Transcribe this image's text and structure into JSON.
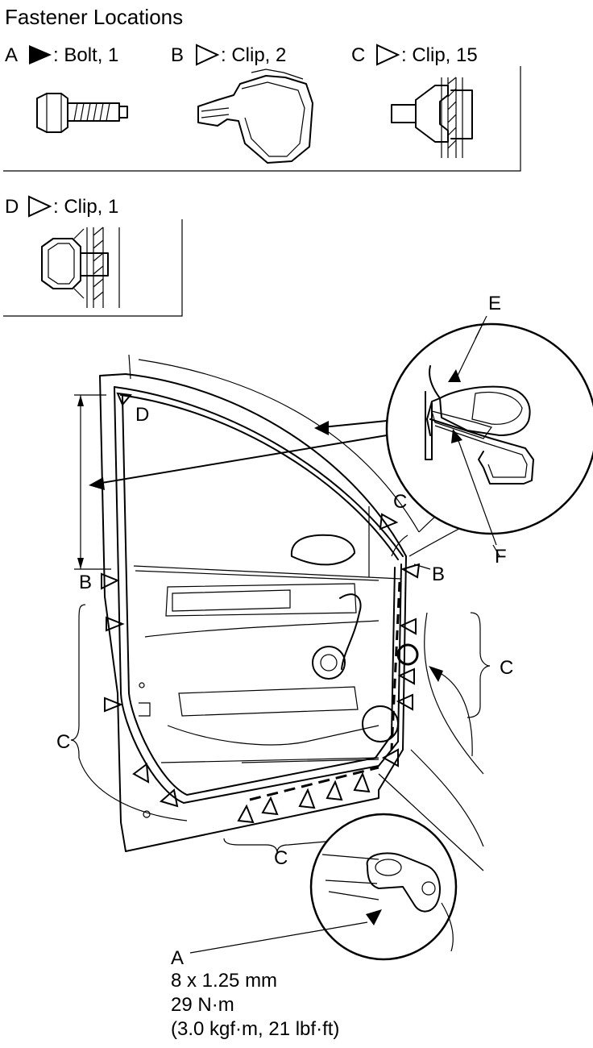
{
  "title": "Fastener Locations",
  "legend": {
    "a": {
      "letter": "A",
      "text": ": Bolt, 1"
    },
    "b": {
      "letter": "B",
      "text": ": Clip, 2"
    },
    "c": {
      "letter": "C",
      "text": ": Clip, 15"
    },
    "d": {
      "letter": "D",
      "text": ": Clip, 1"
    }
  },
  "callouts": {
    "d": "D",
    "e": "E",
    "f": "F",
    "c_top": "C",
    "b_left": "B",
    "b_right": "B",
    "c_right": "C",
    "c_left": "C",
    "c_bottom": "C",
    "a_bolt": "A"
  },
  "spec": {
    "size": "8 x 1.25 mm",
    "torque_nm": "29 N·m",
    "torque_alt": "(3.0 kgf·m, 21 lbf·ft)"
  },
  "symbols": {
    "bolt": "filled-triangle-icon",
    "clip": "outline-triangle-icon"
  }
}
